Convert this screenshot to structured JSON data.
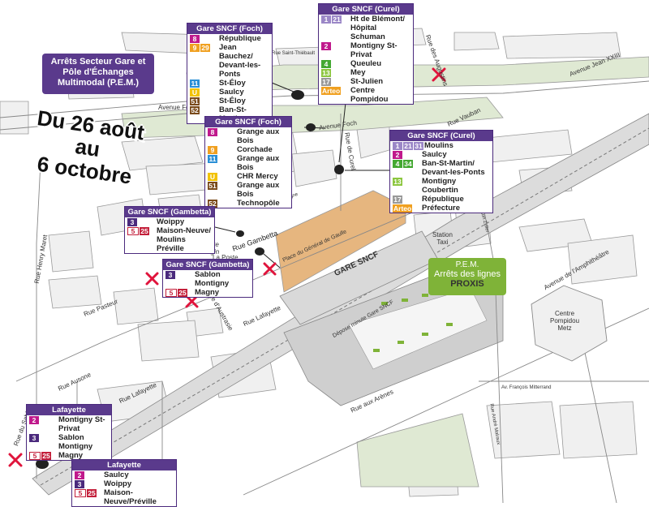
{
  "headline": {
    "pem_title": "Arrêts Secteur Gare et\nPôle d'Échanges\nMultimodal (P.E.M.)",
    "dates": "Du 26 août\nau\n6 octobre"
  },
  "colors": {
    "purple": "#5a3a8c",
    "magenta": "#c0198c",
    "darkpurple": "#4b2a7d",
    "red": "#c31f3a",
    "orange": "#f0a020",
    "blue": "#2a8fd6",
    "yellow": "#f2c200",
    "brown": "#7a4a1a",
    "green": "#44a832",
    "lightgreen": "#8cc63f",
    "grey": "#999999",
    "lavender": "#9b87c7",
    "pem_green": "#7fb338",
    "road_green": "#dfe9d3",
    "parking_tan": "#e6b67f"
  },
  "stops": [
    {
      "title": "Gare SNCF (Foch)",
      "lines": [
        {
          "badges": [
            {
              "t": "8",
              "c": "magenta"
            }
          ],
          "text": "République"
        },
        {
          "badges": [
            {
              "t": "9",
              "c": "orange"
            },
            {
              "t": "29",
              "c": "orange"
            }
          ],
          "text": "Jean Bauchez/\nDevant-les-Ponts"
        },
        {
          "badges": [
            {
              "t": "11",
              "c": "blue"
            }
          ],
          "text": "St-Éloy"
        },
        {
          "badges": [
            {
              "t": "U",
              "c": "yellow"
            }
          ],
          "text": "Saulcy"
        },
        {
          "badges": [
            {
              "t": "51",
              "c": "brown"
            }
          ],
          "text": "St-Éloy"
        },
        {
          "badges": [
            {
              "t": "52",
              "c": "brown"
            }
          ],
          "text": "Ban-St-Martin"
        }
      ]
    },
    {
      "title": "Gare SNCF (Curel)",
      "lines": [
        {
          "badges": [
            {
              "t": "1",
              "c": "lavender"
            },
            {
              "t": "21",
              "c": "lavender"
            }
          ],
          "text": "Ht de Blémont/\nHôpital Schuman"
        },
        {
          "badges": [
            {
              "t": "2",
              "c": "magenta"
            }
          ],
          "text": "Montigny St-Privat"
        },
        {
          "badges": [
            {
              "t": "4",
              "c": "green"
            }
          ],
          "text": "Queuleu"
        },
        {
          "badges": [
            {
              "t": "13",
              "c": "lightgreen"
            }
          ],
          "text": "Mey"
        },
        {
          "badges": [
            {
              "t": "17",
              "c": "grey"
            }
          ],
          "text": "St-Julien"
        },
        {
          "badges": [
            {
              "t": "Arteo",
              "c": "orange"
            }
          ],
          "text": "Centre Pompidou"
        }
      ]
    },
    {
      "title": "Gare SNCF (Foch)",
      "lines": [
        {
          "badges": [
            {
              "t": "8",
              "c": "magenta"
            }
          ],
          "text": "Grange aux Bois"
        },
        {
          "badges": [
            {
              "t": "9",
              "c": "orange"
            }
          ],
          "text": "Corchade"
        },
        {
          "badges": [
            {
              "t": "11",
              "c": "blue"
            }
          ],
          "text": "Grange aux Bois"
        },
        {
          "badges": [
            {
              "t": "U",
              "c": "yellow"
            }
          ],
          "text": "CHR Mercy"
        },
        {
          "badges": [
            {
              "t": "51",
              "c": "brown"
            }
          ],
          "text": "Grange aux Bois"
        },
        {
          "badges": [
            {
              "t": "52",
              "c": "brown"
            }
          ],
          "text": "Technopôle"
        }
      ]
    },
    {
      "title": "Gare SNCF (Curel)",
      "lines": [
        {
          "badges": [
            {
              "t": "1",
              "c": "lavender"
            },
            {
              "t": "21",
              "c": "lavender"
            },
            {
              "t": "31",
              "c": "lavender"
            }
          ],
          "text": "Moulins"
        },
        {
          "badges": [
            {
              "t": "2",
              "c": "magenta"
            }
          ],
          "text": "Saulcy"
        },
        {
          "badges": [
            {
              "t": "4",
              "c": "green"
            },
            {
              "t": "34",
              "c": "green"
            }
          ],
          "text": "Ban-St-Martin/\nDevant-les-Ponts"
        },
        {
          "badges": [
            {
              "t": "13",
              "c": "lightgreen"
            }
          ],
          "text": "Montigny Coubertin"
        },
        {
          "badges": [
            {
              "t": "17",
              "c": "grey"
            }
          ],
          "text": "République"
        },
        {
          "badges": [
            {
              "t": "Arteo",
              "c": "orange"
            }
          ],
          "text": "Préfecture"
        }
      ]
    },
    {
      "title": "Gare SNCF (Gambetta)",
      "lines": [
        {
          "badges": [
            {
              "t": "3",
              "c": "darkpurple"
            }
          ],
          "text": "Woippy"
        },
        {
          "badges": [
            {
              "t": "5",
              "c": "red",
              "outline": true
            },
            {
              "t": "25",
              "c": "red"
            }
          ],
          "text": "Maison-Neuve/\nMoulins Préville"
        }
      ]
    },
    {
      "title": "Gare SNCF (Gambetta)",
      "lines": [
        {
          "badges": [
            {
              "t": "3",
              "c": "darkpurple"
            }
          ],
          "text": "Sablon Montigny"
        },
        {
          "badges": [
            {
              "t": "5",
              "c": "red",
              "outline": true
            },
            {
              "t": "25",
              "c": "red"
            }
          ],
          "text": "Magny"
        }
      ]
    },
    {
      "title": "Lafayette",
      "lines": [
        {
          "badges": [
            {
              "t": "2",
              "c": "magenta"
            }
          ],
          "text": "Montigny St-Privat"
        },
        {
          "badges": [
            {
              "t": "3",
              "c": "darkpurple"
            }
          ],
          "text": "Sablon Montigny"
        },
        {
          "badges": [
            {
              "t": "5",
              "c": "red",
              "outline": true
            },
            {
              "t": "25",
              "c": "red"
            }
          ],
          "text": "Magny"
        }
      ]
    },
    {
      "title": "Lafayette",
      "lines": [
        {
          "badges": [
            {
              "t": "2",
              "c": "magenta"
            }
          ],
          "text": "Saulcy"
        },
        {
          "badges": [
            {
              "t": "3",
              "c": "darkpurple"
            }
          ],
          "text": "Woippy"
        },
        {
          "badges": [
            {
              "t": "5",
              "c": "red",
              "outline": true
            },
            {
              "t": "25",
              "c": "red"
            }
          ],
          "text": "Maison-Neuve/Préville"
        }
      ]
    }
  ],
  "pem": {
    "title": "P.E.M.",
    "subtitle": "Arrêts des lignes",
    "brand": "PROXIS"
  },
  "streets": {
    "avenue_foch_top": "Avenue Foch",
    "avenue_foch_mid": "Avenue Foch",
    "rue_saint_thiebault": "Rue Saint-Thiébault",
    "rue_des_augustins": "Rue des Augustins",
    "avenue_jean_xxiii": "Avenue Jean XXIII",
    "rue_vauban": "Rue Vauban",
    "rue_de_curel": "Rue de Curel",
    "rue_charlemagne": "Rue Charlemagne",
    "rue_gambetta": "Rue Gambetta",
    "square_mangin": "Square\nMangin",
    "la_poste": "La Poste",
    "rue_d_austrasie": "Rue d'Austrasie",
    "rue_henry_maret": "Rue Henry Maret",
    "rue_pasteur": "Rue Pasteur",
    "rue_lafayette_1": "Rue Lafayette",
    "rue_lafayette_2": "Rue Lafayette",
    "rue_ausone": "Rue Ausone",
    "rue_du_sablon": "Rue du Sablon",
    "place_general_de_gaulle": "Place du Général de Gaulle",
    "gare_sncf": "GARE SNCF",
    "station_taxi": "Station\nTaxi",
    "depose_minute": "Dépose minute Gare SNCF",
    "avenue_amphitheatre": "Avenue de l'Amphithéâtre",
    "rue_aux_arenes": "Rue aux Arènes",
    "av_francois_mitterrand": "Av. François Mitterrand",
    "rue_andre_malraux": "Rue André Malraux",
    "centre_pompidou": "Centre\nPompidou\nMetz",
    "rue_gaston_zeller": "Rue Gaston Zeller"
  }
}
